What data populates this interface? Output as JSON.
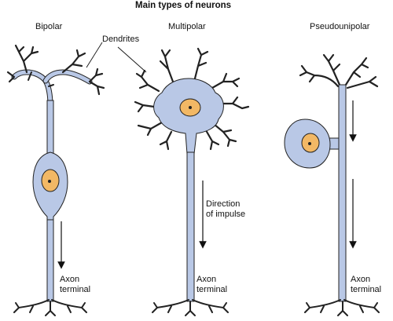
{
  "title": "Main types of neurons",
  "neurons": [
    {
      "label": "Bipolar",
      "terminal_label": [
        "Axon",
        "terminal"
      ]
    },
    {
      "label": "Multipolar",
      "terminal_label": [
        "Axon",
        "terminal"
      ]
    },
    {
      "label": "Pseudounipolar",
      "terminal_label": [
        "Axon",
        "terminal"
      ]
    }
  ],
  "dendrites_label": "Dendrites",
  "impulse_label": [
    "Direction",
    "of impulse"
  ],
  "colors": {
    "cell_fill": "#b9c8e6",
    "nucleus_fill": "#f2b865",
    "outline": "#222222"
  }
}
